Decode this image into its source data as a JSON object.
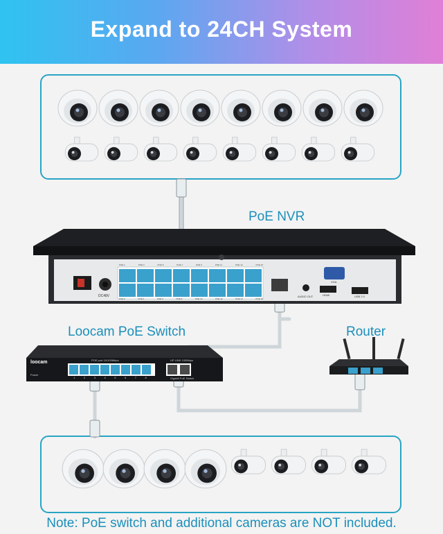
{
  "banner": {
    "title": "Expand to 24CH System"
  },
  "labels": {
    "nvr": "PoE NVR",
    "switch": "Loocam PoE Switch",
    "router": "Router"
  },
  "note": "Note: PoE switch and additional cameras are NOT included.",
  "nvr_panel": {
    "port_labels_top": [
      "POE 1",
      "POE 3",
      "POE 5",
      "POE 7",
      "POE 9",
      "POE 11",
      "POE 13",
      "POE 15"
    ],
    "port_labels_bottom": [
      "POE 2",
      "POE 4",
      "POE 6",
      "POE 8",
      "POE 10",
      "POE 12",
      "POE 14",
      "POE 16"
    ],
    "power": "DC48V",
    "audio": "AUDIO OUT",
    "vga": "VGA",
    "hdmi": "HDMI",
    "usb": "USB 2.0"
  },
  "switch_panel": {
    "brand": "loocam",
    "poe_label": "POE port 10/100Mbps",
    "uplink_label": "UP LINK 100Mbps",
    "power_label": "Power",
    "bottom_label": "Gigabit PoE Switch",
    "port_numbers": [
      "1",
      "2",
      "3",
      "4",
      "5",
      "6",
      "7",
      "8"
    ]
  },
  "colors": {
    "accent": "#27a4c4",
    "text": "#1b8fba",
    "port": "#3aa0cc"
  }
}
